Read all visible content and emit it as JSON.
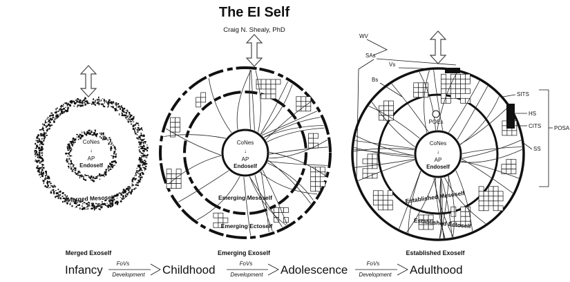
{
  "title": "The EI Self",
  "author": "Craig N. Shealy, PhD",
  "diagrams": [
    {
      "endoself": "Endoself",
      "cones": "CoNes",
      "ap": "AP",
      "mesoself": "Merged Mesoself",
      "exoself": "Merged Exoself"
    },
    {
      "endoself": "Endoself",
      "cones": "CoNes",
      "ap": "AP",
      "mesoself": "Emerging Mesoself",
      "ectoself": "Emerging Ectoself",
      "exoself": "Emerging Exoself"
    },
    {
      "endoself": "Endoself",
      "cones": "CoNes",
      "ap": "AP",
      "mesoself": "Established Mesoself",
      "ectoself": "Established Ectoself",
      "exoself": "Established Exoself",
      "poes": "POEs"
    }
  ],
  "labels": {
    "wv": "WV",
    "sas": "SAs",
    "vs": "Vs",
    "bs": "Bs",
    "sits": "SITS",
    "hs": "HS",
    "cits": "CITS",
    "posa": "POSA",
    "ss": "SS"
  },
  "timeline": {
    "stages": [
      "Infancy",
      "Childhood",
      "Adolescence",
      "Adulthood"
    ],
    "arrow_top": "FoVs",
    "arrow_bottom": "Development"
  }
}
